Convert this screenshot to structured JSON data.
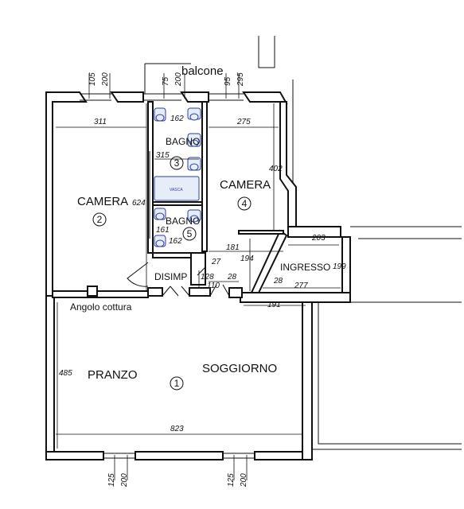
{
  "labels": {
    "balcone": "balcone",
    "camera2": "CAMERA",
    "camera4": "CAMERA",
    "bagno3": "BAGNO",
    "bagno5": "BAGNO",
    "disimp": "DISIMP",
    "ingresso": "INGRESSO",
    "angolo": "Angolo cottura",
    "pranzo": "PRANZO",
    "soggiorno": "SOGGIORNO",
    "vasca": "VASCA"
  },
  "room_numbers": {
    "r1": "1",
    "r2": "2",
    "r3": "3",
    "r4": "4",
    "r5": "5"
  },
  "dimensions": {
    "d311": "311",
    "d275": "275",
    "d162a": "162",
    "d315": "315",
    "d624": "624",
    "d402": "402",
    "d161": "161",
    "d162b": "162",
    "d181": "181",
    "d194": "194",
    "d27": "27",
    "d128": "128",
    "d28a": "28",
    "d110": "110",
    "d203": "203",
    "d199": "199",
    "d28b": "28",
    "d277": "277",
    "d191": "191",
    "d485": "485",
    "d823": "823",
    "top105": "105",
    "top200a": "200",
    "top75": "75",
    "top200b": "200",
    "top95": "95",
    "top295": "295",
    "bot125a": "125",
    "bot200a": "200",
    "bot125b": "125",
    "bot200b": "200"
  }
}
